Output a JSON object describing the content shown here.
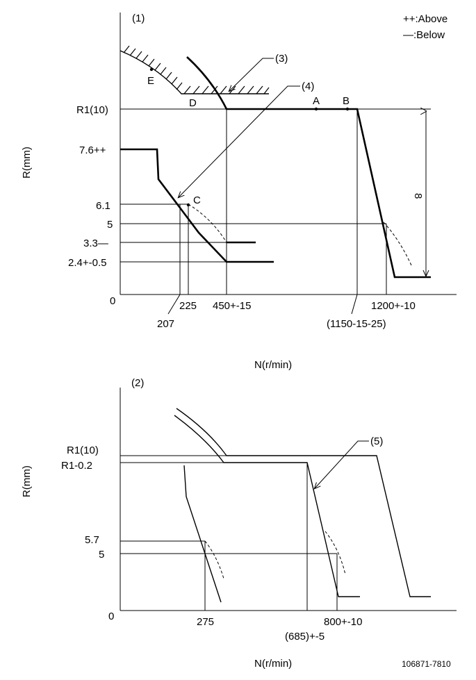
{
  "legend": {
    "above": "++:Above",
    "below": "—:Below"
  },
  "diagram1": {
    "id": "(1)",
    "ylabel": "R(mm)",
    "xlabel": "N(r/min)",
    "y_ticks": {
      "r1": "R1(10)",
      "v76": "7.6++",
      "v61": "6.1",
      "v5": "5",
      "v33": "3.3—",
      "v24": "2.4+-0.5",
      "zero": "0"
    },
    "x_ticks": {
      "n207": "207",
      "n225": "225",
      "n450": "450+-15",
      "n1150": "(1150-15-25)",
      "n1200": "1200+-10"
    },
    "points": {
      "A": "A",
      "B": "B",
      "C": "C",
      "D": "D",
      "E": "E"
    },
    "callouts": {
      "c3": "(3)",
      "c4": "(4)"
    },
    "dimension": "8"
  },
  "diagram2": {
    "id": "(2)",
    "ylabel": "R(mm)",
    "xlabel": "N(r/min)",
    "y_ticks": {
      "r1": "R1(10)",
      "r1m": "R1-0.2",
      "v57": "5.7",
      "v5": "5",
      "zero": "0"
    },
    "x_ticks": {
      "n275": "275",
      "n800": "800+-10",
      "n685": "(685)+-5"
    },
    "callouts": {
      "c5": "(5)"
    }
  },
  "footer": {
    "code": "106871-7810"
  }
}
